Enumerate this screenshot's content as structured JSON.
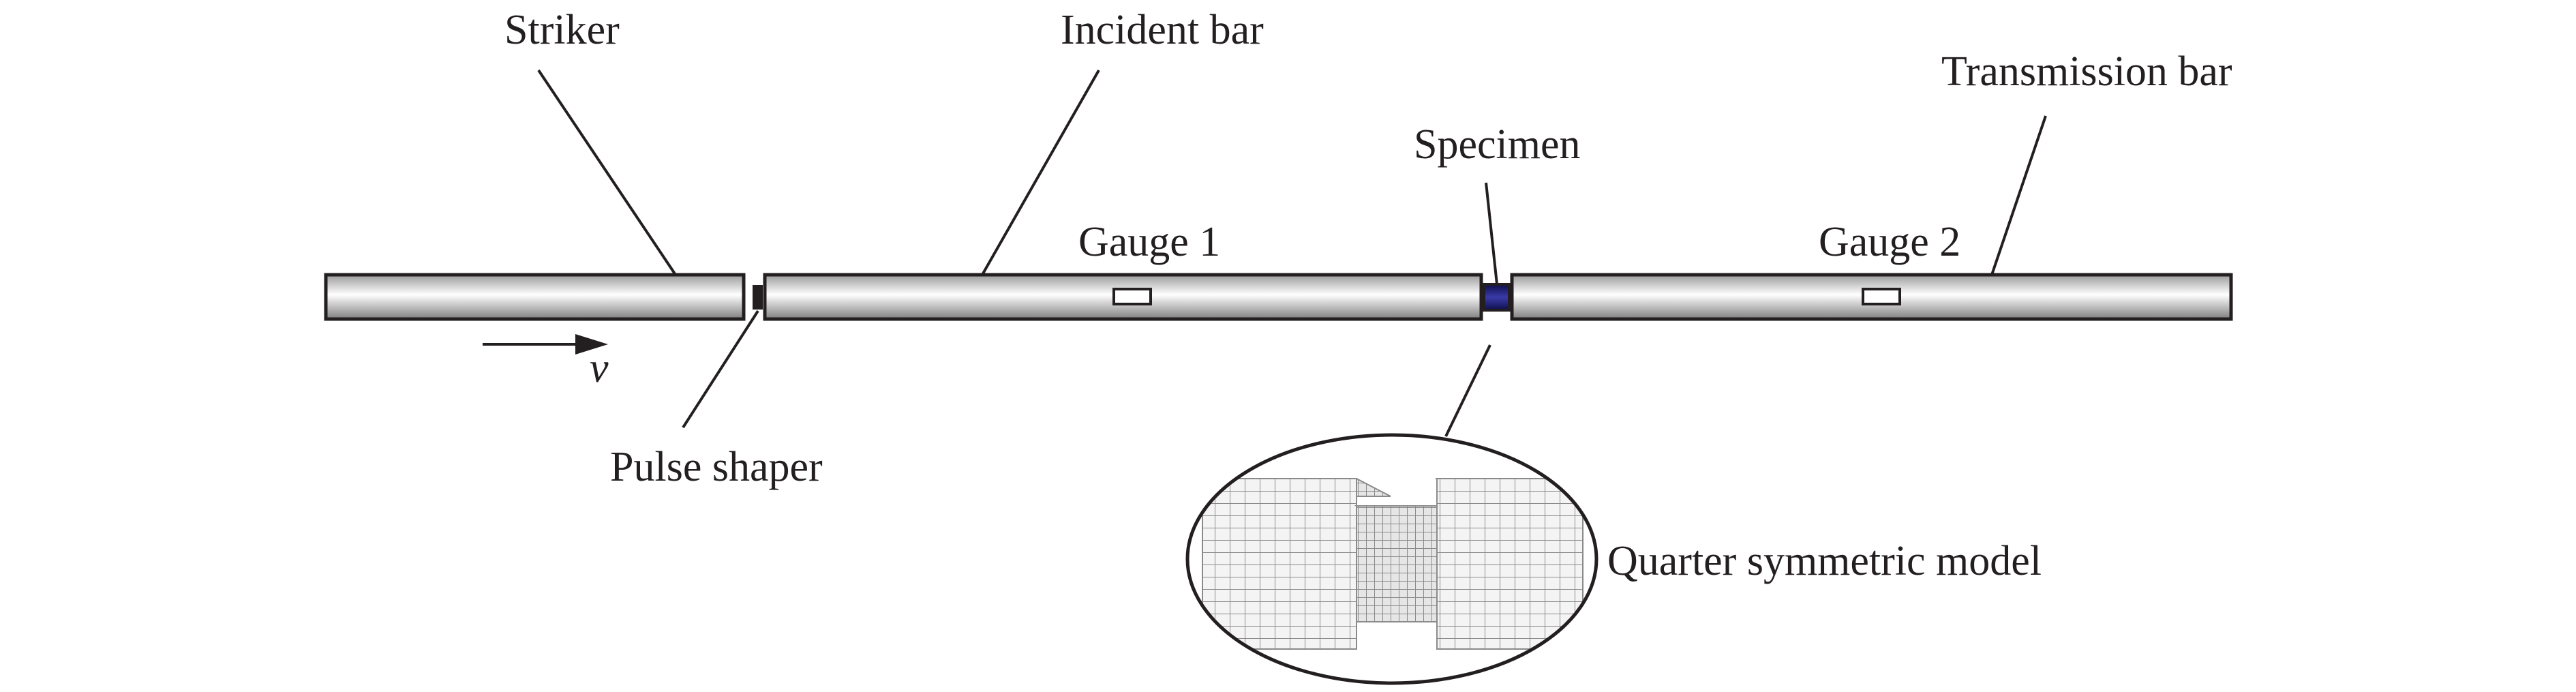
{
  "labels": {
    "striker": "Striker",
    "incident_bar": "Incident bar",
    "transmission_bar": "Transmission bar",
    "specimen": "Specimen",
    "gauge1": "Gauge 1",
    "gauge2": "Gauge 2",
    "velocity": "v",
    "pulse_shaper": "Pulse shaper",
    "model": "Quarter symmetric model"
  },
  "colors": {
    "outline": "#231f20",
    "bar_light": "#ffffff",
    "bar_dark": "#8c8c8c",
    "specimen": "#1a1a6e",
    "mesh": "#8a8a8a"
  }
}
